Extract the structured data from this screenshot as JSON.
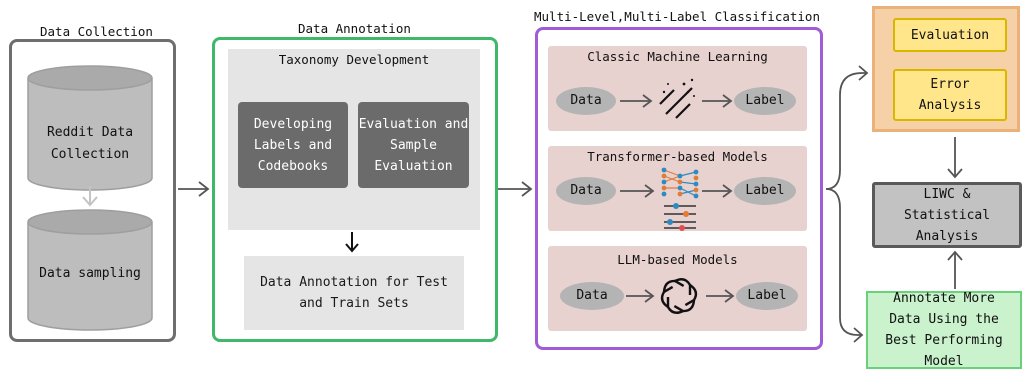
{
  "collection": {
    "title": "Data Collection",
    "reddit": "Reddit Data Collection",
    "sampling": "Data sampling"
  },
  "annotation": {
    "title": "Data Annotation",
    "taxonomy_title": "Taxonomy Development",
    "developing": "Developing Labels and Codebooks",
    "evaluation": "Evaluation and Sample Evaluation",
    "annotation_sets": "Data Annotation for Test and Train Sets"
  },
  "classification": {
    "title": "Multi-Level,Multi-Label Classification",
    "groups": [
      {
        "title": "Classic Machine Learning",
        "input": "Data",
        "output": "Label"
      },
      {
        "title": "Transformer-based Models",
        "input": "Data",
        "output": "Label"
      },
      {
        "title": "LLM-based Models",
        "input": "Data",
        "output": "Label"
      }
    ]
  },
  "results": {
    "evaluation": "Evaluation",
    "error_analysis": "Error Analysis",
    "liwc": "LIWC & Statistical Analysis",
    "annotate_more": "Annotate More Data Using the Best Performing Model"
  },
  "colors": {
    "collection_border": "#6e6e6e",
    "annotation_border": "#3fb86a",
    "classification_border": "#a05bd6",
    "evaluation_panel": "#f3c79a",
    "yellow_box": "#ffe68a",
    "green_box": "#c9f2cd"
  },
  "icons": [
    "ml-sparkle-icon",
    "transformer-network-icon",
    "openai-logo-icon"
  ]
}
